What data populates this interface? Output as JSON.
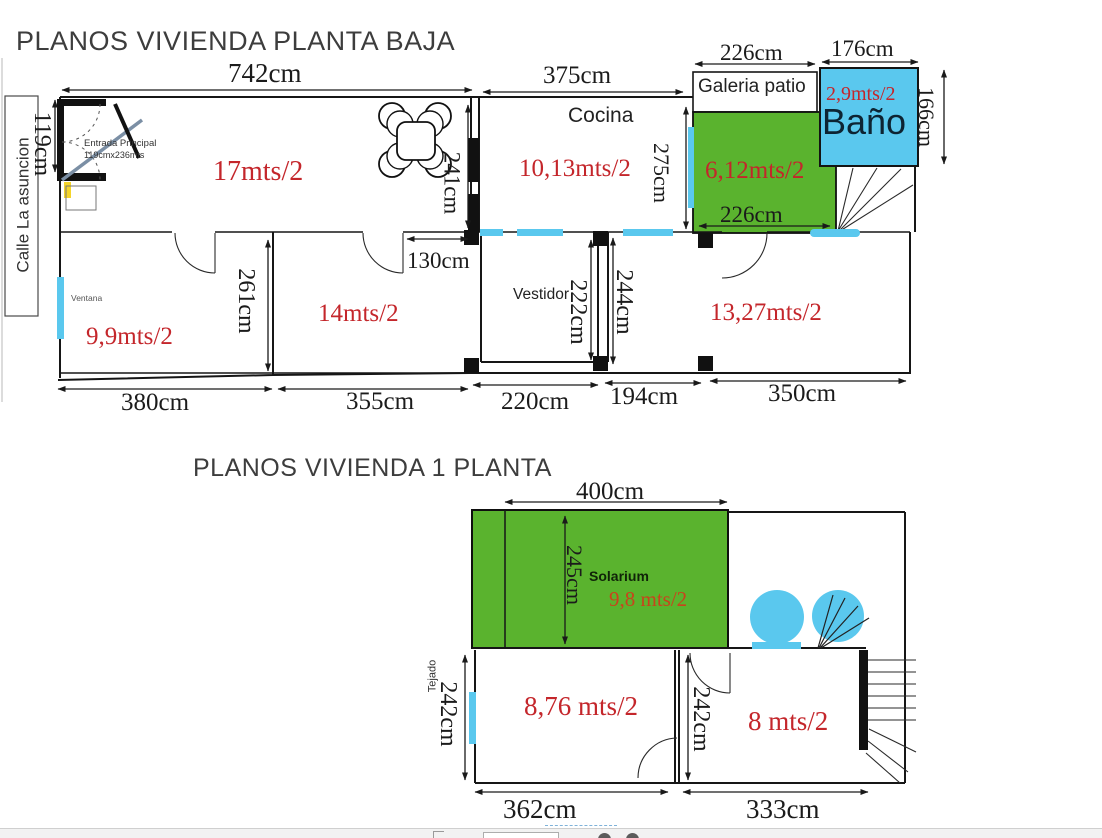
{
  "p1": {
    "title": "PLANOS VIVIENDA PLANTA BAJA",
    "street": "Calle La asuncion",
    "entrance_line1": "Entrada Principal",
    "entrance_line2": "119cmx236mts",
    "window_label": "Ventana",
    "living_area": "17mts/2",
    "kitchen_name": "Cocina",
    "kitchen_area": "10,13mts/2",
    "gallery_name": "Galeria patio",
    "patio_area": "6,12mts/2",
    "bath_name": "Baño",
    "bath_area": "2,9mts/2",
    "dressing_name": "Vestidor",
    "bed1_area": "9,9mts/2",
    "bed2_area": "14mts/2",
    "bed3_area": "13,27mts/2",
    "dim_742": "742cm",
    "dim_375": "375cm",
    "dim_226_top": "226cm",
    "dim_176": "176cm",
    "dim_166": "166cm",
    "dim_119": "119cm",
    "dim_241": "241cm",
    "dim_275": "275cm",
    "dim_226_bottom": "226cm",
    "dim_261": "261cm",
    "dim_130": "130cm",
    "dim_222": "222cm",
    "dim_244": "244cm",
    "dim_380": "380cm",
    "dim_355": "355cm",
    "dim_220": "220cm",
    "dim_194": "194cm",
    "dim_350": "350cm"
  },
  "p2": {
    "title": "PLANOS VIVIENDA 1 PLANTA",
    "solarium_name": "Solarium",
    "solarium_area": "9,8 mts/2",
    "roof_label": "Tejado",
    "room1_area": "8,76 mts/2",
    "room2_area": "8 mts/2",
    "dim_400": "400cm",
    "dim_245": "245cm",
    "dim_242_left": "242cm",
    "dim_242_mid": "242cm",
    "dim_362": "362cm",
    "dim_333": "333cm"
  },
  "colors": {
    "green": "#5ab32e",
    "blue": "#5ac8ee",
    "red_text": "#c4262b",
    "orange_text": "#c8441c"
  }
}
